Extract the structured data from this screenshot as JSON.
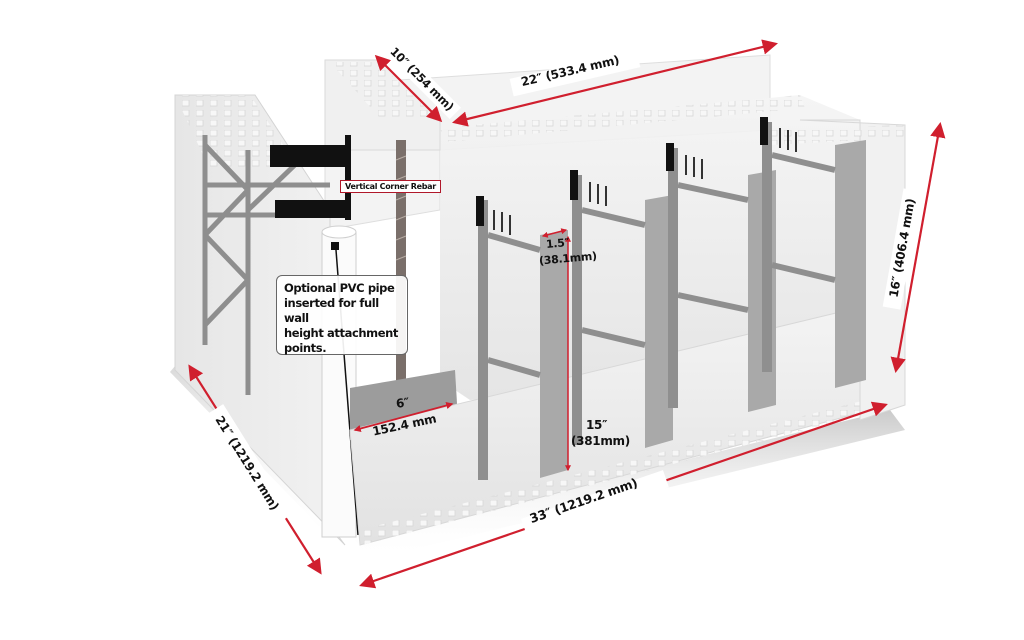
{
  "diagram": {
    "subject": "ICF corner block with plastic web ties",
    "colors": {
      "background": "#ffffff",
      "foam": "#ececec",
      "foam_shadow": "#c9c9c9",
      "web_tie": "#9a9a9a",
      "web_tie_top": "#111111",
      "dimension_arrow": "#d01f2e",
      "callout_border": "#b0182a"
    },
    "dimensions": {
      "top_width": "10″ (254 mm)",
      "top_length": "22″ (533.4 mm)",
      "height": "16″ (406.4 mm)",
      "side_length": "21″ (1219.2 mm)",
      "front_length": "33″ (1219.2 mm)",
      "web_width_in": "1.5″",
      "web_width_mm": "(38.1mm)",
      "web_height_in": "15″",
      "web_height_mm": "(381mm)",
      "cavity_in": "6″",
      "cavity_mm": "152.4 mm"
    },
    "callouts": {
      "rebar": "Vertical Corner Rebar",
      "pvc": "Optional PVC pipe\ninserted for full wall\nheight attachment\npoints."
    }
  }
}
